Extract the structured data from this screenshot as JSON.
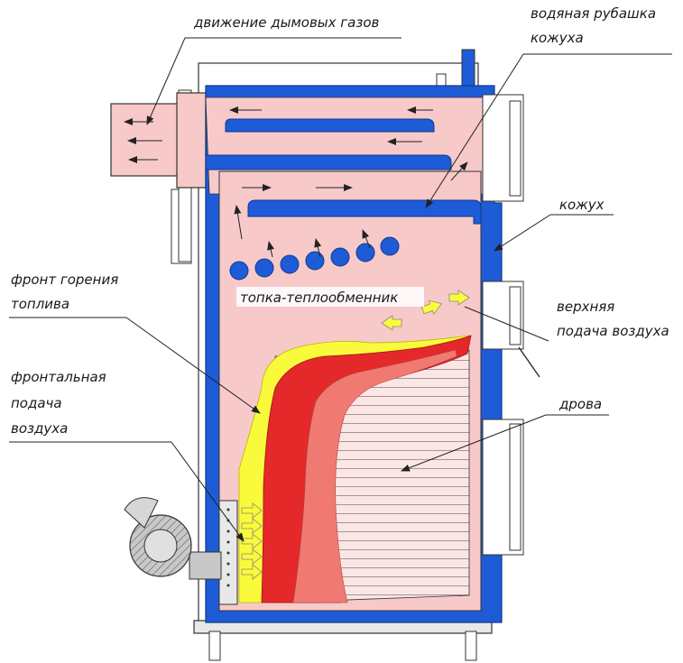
{
  "labels": {
    "flue_gas": "движение дымовых газов",
    "water_jacket_1": "водяная рубашка",
    "water_jacket_2": "кожуха",
    "casing": "кожух",
    "upper_air_1": "верхняя",
    "upper_air_2": "подача воздуха",
    "firewood": "дрова",
    "combustion_front_1": "фронт горения",
    "combustion_front_2": "топлива",
    "front_air_1": "фронтальная",
    "front_air_2": "подача",
    "front_air_3": "воздуха",
    "firebox": "топка-теплообменник"
  },
  "colors": {
    "blue": "#1e5bd6",
    "pink": "#f7c9c9",
    "red": "#e5282a",
    "salmon": "#f07a72",
    "yellow": "#fafa3c",
    "wood": "#fbe6e6",
    "gray": "#b5b5b5",
    "line": "#222222"
  }
}
